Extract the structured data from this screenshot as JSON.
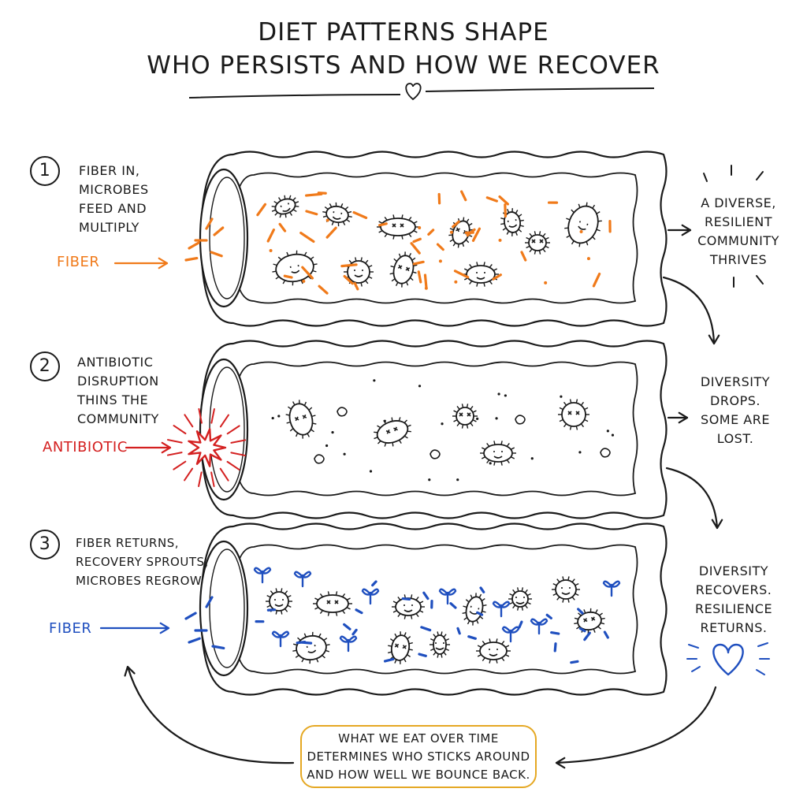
{
  "title": {
    "line1": "DIET PATTERNS SHAPE",
    "line2": "WHO PERSISTS AND HOW WE RECOVER"
  },
  "steps": [
    {
      "number": "1",
      "lines": [
        "FIBER IN,",
        "MICROBES",
        "FEED AND",
        "MULTIPLY"
      ],
      "input_label": "FIBER",
      "input_color": "#f07a1a",
      "result_lines": [
        "A DIVERSE,",
        "RESILIENT",
        "COMMUNITY",
        "THRIVES"
      ]
    },
    {
      "number": "2",
      "lines": [
        "ANTIBIOTIC",
        "DISRUPTION",
        "THINS THE",
        "COMMUNITY"
      ],
      "input_label": "ANTIBIOTIC",
      "input_color": "#d42020",
      "result_lines": [
        "DIVERSITY",
        "DROPS.",
        "SOME ARE",
        "LOST."
      ]
    },
    {
      "number": "3",
      "lines": [
        "FIBER RETURNS,",
        "RECOVERY SPROUTS,",
        "MICROBES REGROW"
      ],
      "input_label": "FIBER",
      "input_color": "#1f4fbf",
      "result_lines": [
        "DIVERSITY",
        "RECOVERS.",
        "RESILIENCE",
        "RETURNS."
      ]
    }
  ],
  "summary_lines": [
    "WHAT WE EAT OVER TIME",
    "DETERMINES WHO STICKS AROUND",
    "AND HOW WELL WE BOUNCE BACK."
  ],
  "colors": {
    "ink": "#1a1a1a",
    "fiber_orange": "#f07a1a",
    "antibiotic_red": "#d42020",
    "recovery_blue": "#1f4fbf",
    "summary_border": "#e5a823"
  },
  "icons": [
    "heart-icon",
    "starburst-icon",
    "microbe-icon",
    "sprout-icon",
    "arrow-icon"
  ]
}
